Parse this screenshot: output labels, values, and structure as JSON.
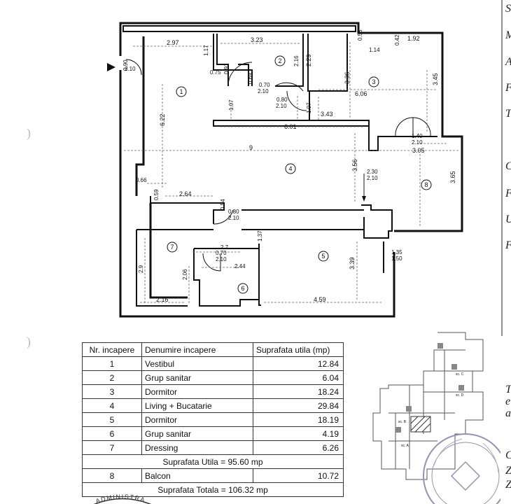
{
  "plan": {
    "dimensions": [
      "2.97",
      "3.23",
      "0.53",
      "0.42",
      "1.92",
      "1.14",
      "1.17",
      "0.75",
      "0.91",
      "0.69",
      "2.16",
      "2.29",
      "3.36",
      "3.45",
      "6.06",
      "1.07",
      "1.07",
      "3.43",
      "6.01",
      "6.22",
      "9",
      "0.66",
      "0.59",
      "2.64",
      "0.54",
      "3.56",
      "3.05",
      "3.65",
      "1.37",
      "2.7",
      "2.44",
      "2.06",
      "2.9",
      "2.16",
      "3.39",
      "4.59"
    ],
    "doors": [
      "0.90",
      "2.10",
      "0.70",
      "2.10",
      "0.80",
      "2.10",
      "1.40",
      "2.10",
      "2.30",
      "2.10",
      "0.80",
      "2.10",
      "0.70",
      "2.10",
      "1.35",
      "1.50"
    ],
    "room_numbers": [
      "1",
      "2",
      "3",
      "4",
      "5",
      "6",
      "7",
      "8"
    ]
  },
  "table": {
    "headers": [
      "Nr. incapere",
      "Denumire incapere",
      "Suprafata utila (mp)"
    ],
    "rows": [
      {
        "nr": "1",
        "name": "Vestibul",
        "area": "12.84"
      },
      {
        "nr": "2",
        "name": "Grup sanitar",
        "area": "6.04"
      },
      {
        "nr": "3",
        "name": "Dormitor",
        "area": "18.24"
      },
      {
        "nr": "4",
        "name": "Living + Bucatarie",
        "area": "29.84"
      },
      {
        "nr": "5",
        "name": "Dormitor",
        "area": "18.19"
      },
      {
        "nr": "6",
        "name": "Grup sanitar",
        "area": "4.19"
      },
      {
        "nr": "7",
        "name": "Dressing",
        "area": "6.26"
      }
    ],
    "utila_label": "Suprafata Utila =  95.60 mp",
    "balcon": {
      "nr": "8",
      "name": "Balcon",
      "area": "10.72"
    },
    "totala_label": "Suprafata Totala = 106.32 mp"
  },
  "keyplan": {
    "labels": [
      "sc. C",
      "sc. D",
      "sc. B",
      "sc. A"
    ]
  },
  "stamp": {
    "text": "ADMINISTRA"
  },
  "right_margin_letters": [
    "S",
    "M",
    "A",
    "F",
    "T",
    "C",
    "F",
    "U",
    "F",
    "T",
    "e",
    "a",
    "C",
    "Z",
    "Z"
  ]
}
